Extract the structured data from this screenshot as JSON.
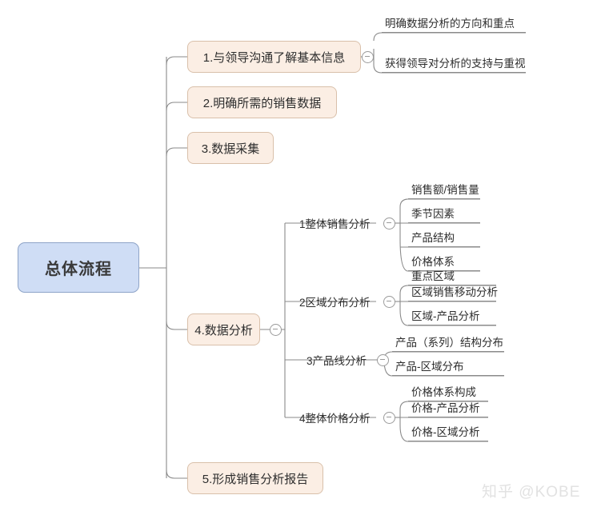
{
  "diagram": {
    "type": "mindmap",
    "root": {
      "label": "总体流程"
    },
    "branches": [
      {
        "label": "1.与领导沟通了解基本信息",
        "has_toggle": true,
        "children": [
          {
            "label": "明确数据分析的方向和重点"
          },
          {
            "label": "获得领导对分析的支持与重视"
          }
        ]
      },
      {
        "label": "2.明确所需的销售数据",
        "has_toggle": false,
        "children": []
      },
      {
        "label": "3.数据采集",
        "has_toggle": false,
        "children": []
      },
      {
        "label": "4.数据分析",
        "has_toggle": true,
        "children": [
          {
            "label": "1整体销售分析",
            "has_toggle": true,
            "children": [
              {
                "label": "销售额/销售量"
              },
              {
                "label": "季节因素"
              },
              {
                "label": "产品结构"
              },
              {
                "label": "价格体系"
              }
            ]
          },
          {
            "label": "2区域分布分析",
            "has_toggle": true,
            "children": [
              {
                "label": "重点区域"
              },
              {
                "label": "区域销售移动分析"
              },
              {
                "label": "区域-产品分析"
              }
            ]
          },
          {
            "label": "3产品线分析",
            "has_toggle": true,
            "children": [
              {
                "label": "产品（系列）结构分布"
              },
              {
                "label": "产品-区域分布"
              }
            ]
          },
          {
            "label": "4整体价格分析",
            "has_toggle": true,
            "children": [
              {
                "label": "价格体系构成"
              },
              {
                "label": "价格-产品分析"
              },
              {
                "label": "价格-区域分析"
              }
            ]
          }
        ]
      },
      {
        "label": "5.形成销售分析报告",
        "has_toggle": false,
        "children": []
      }
    ]
  },
  "watermark": {
    "text": "知乎 @KOBE"
  },
  "colors": {
    "root_fill": "#cfddf5",
    "root_border": "#8ea4c8",
    "branch_fill": "#fbeee4",
    "branch_border": "#d9c0aa",
    "link": "#8a8a8a",
    "text": "#2e2e2e",
    "watermark": "#e2e2e2"
  }
}
